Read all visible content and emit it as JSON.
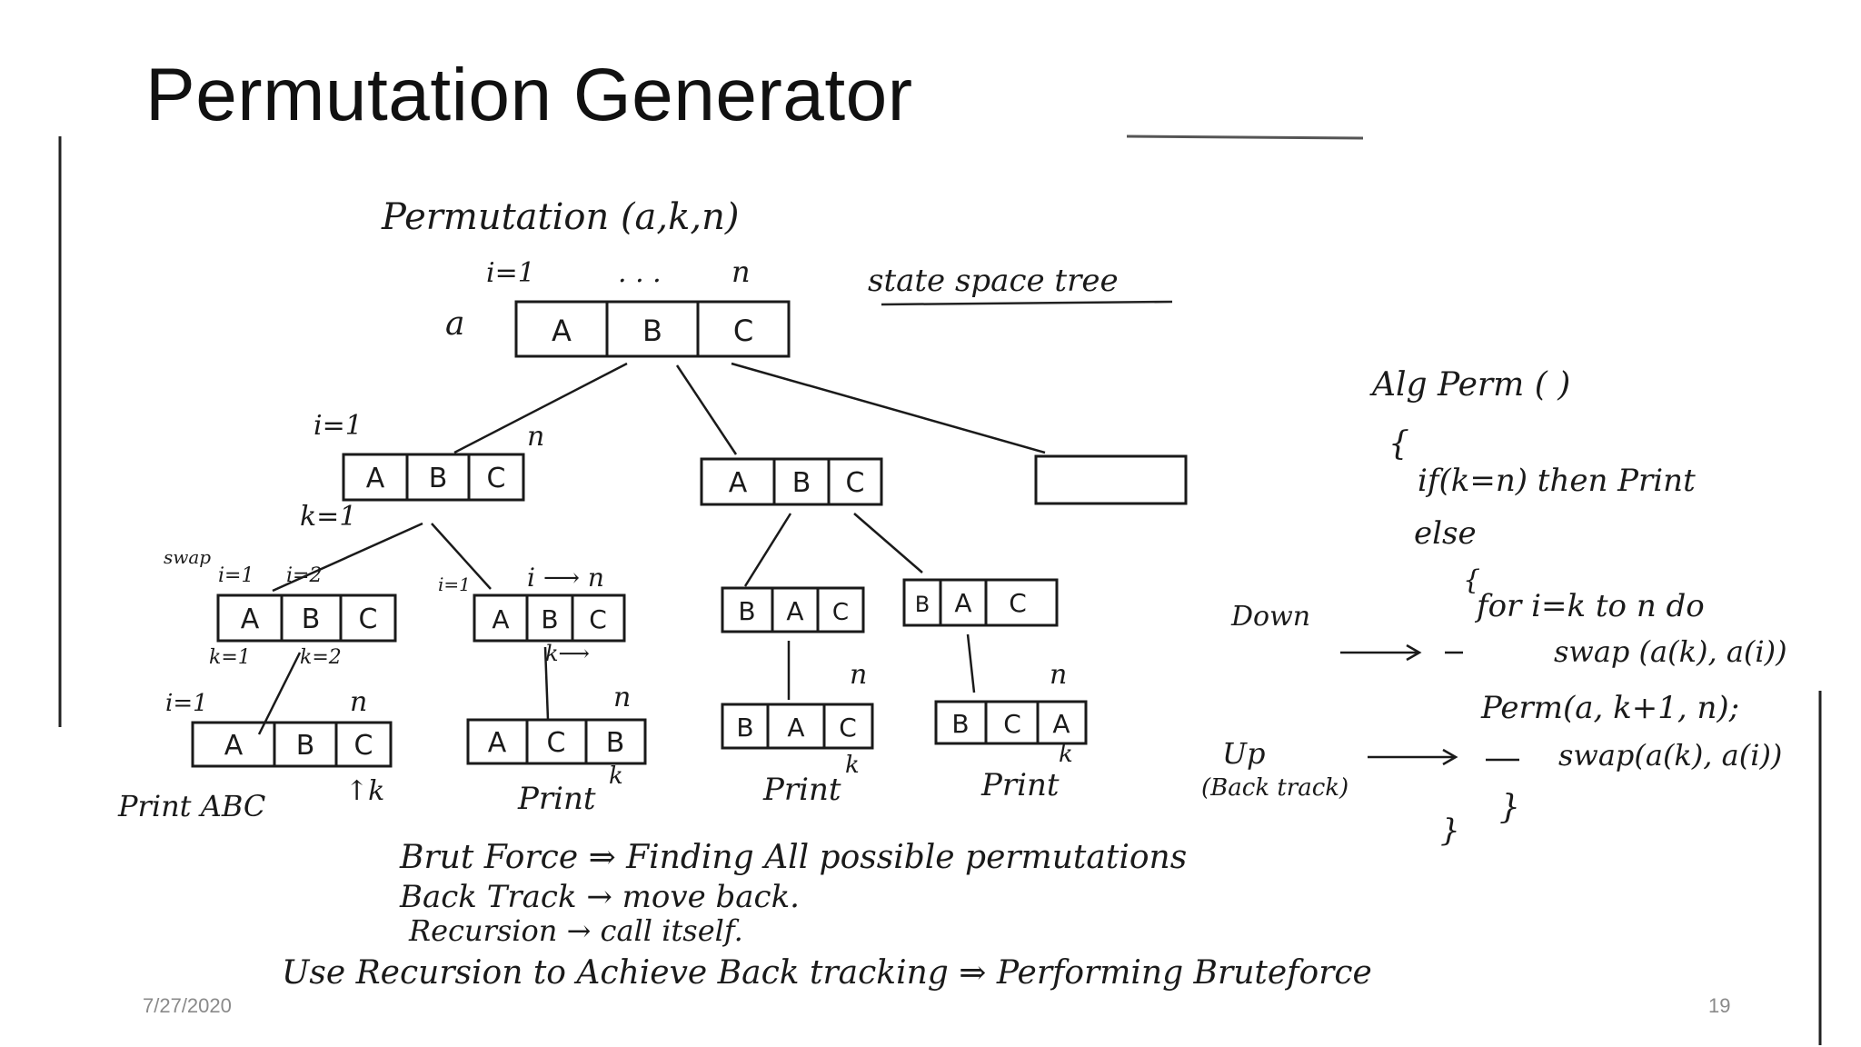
{
  "slide": {
    "title": "Permutation Generator",
    "date": "7/27/2020",
    "page_number": "19"
  },
  "diagram": {
    "heading": "Permutation (a,k,n)",
    "label_state_space": "state space tree",
    "root": {
      "array_label": "a",
      "index_start": "i=1",
      "dots": ". . .",
      "index_end": "n",
      "cells": [
        "A",
        "B",
        "C"
      ]
    },
    "level1_left": {
      "index_start": "i=1",
      "index_end": "n",
      "k_label": "k=1",
      "cells": [
        "A",
        "B",
        "C"
      ]
    },
    "level1_mid": {
      "cells": [
        "A",
        "B",
        "C"
      ]
    },
    "level1_right": {
      "cells": []
    },
    "level2_a": {
      "swap_label": "swap",
      "i1": "i=1",
      "i2": "i=2",
      "k1": "k=1",
      "k2": "k=2",
      "cells": [
        "A",
        "B",
        "C"
      ]
    },
    "level2_b": {
      "i_label": "i=1",
      "i_arrow": "i ⟶ n",
      "k_label": "k⟶",
      "cells": [
        "A",
        "B",
        "C"
      ]
    },
    "level2_c": {
      "cells": [
        "B",
        "A",
        "C"
      ]
    },
    "level2_d": {
      "cells": [
        "B",
        "A",
        "C"
      ]
    },
    "leaf_a": {
      "index_start": "i=1",
      "index_end": "n",
      "k_label": "↑k",
      "caption": "Print  ABC",
      "cells": [
        "A",
        "B",
        "C"
      ]
    },
    "leaf_b": {
      "index_end": "n",
      "k_label": "k",
      "caption": "Print",
      "cells": [
        "A",
        "C",
        "B"
      ]
    },
    "leaf_c": {
      "index_end": "n",
      "k_label": "k",
      "caption": "Print",
      "cells": [
        "B",
        "A",
        "C"
      ]
    },
    "leaf_d": {
      "index_end": "n",
      "k_label": "k",
      "caption": "Print",
      "cells": [
        "B",
        "C",
        "A"
      ]
    },
    "algorithm": {
      "header": "Alg Perm (   )",
      "open_brace": "{",
      "line_if": "if(k=n) then Print",
      "line_else": "else",
      "inner_brace": "{",
      "line_for": "for i=k to n do",
      "line_swap1": "swap (a(k), a(i))",
      "line_perm": "Perm(a, k+1, n);",
      "line_swap2": "swap(a(k), a(i))",
      "close_inner": "}",
      "close_outer": "}"
    },
    "side_down": "Down",
    "side_up": "Up",
    "side_backtrack": "(Back track)",
    "notes": [
      "Brut Force ⇒ Finding All possible permutations",
      "Back Track → move back.",
      "Recursion → call itself.",
      "Use Recursion to Achieve Back tracking ⇒ Performing Bruteforce"
    ]
  }
}
